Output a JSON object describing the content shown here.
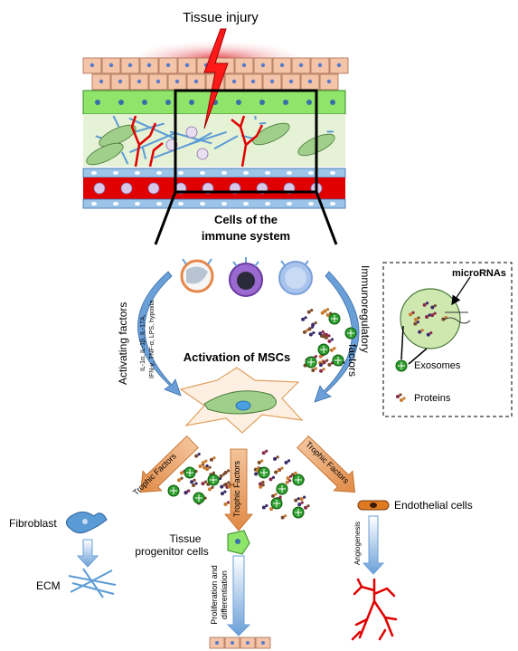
{
  "title": "Tissue injury",
  "immune": {
    "line1": "Cells of the",
    "line2": "immune system"
  },
  "activating": {
    "label": "Activating factors",
    "line1": "IL-1α, IL-1β, IL-17A,",
    "line2": "IFN-γ, TNF-α, LPS, hypoxia"
  },
  "immunoregulatory": {
    "line1": "Immunoregulatory",
    "line2": "factors"
  },
  "center": "Activation of MSCs",
  "legend": {
    "micrornas": "microRNAs",
    "exosomes": "Exosomes",
    "proteins": "Proteins"
  },
  "trophic": {
    "left": "Trophic Factors",
    "middle": "Trophic Factors",
    "right": "Trophic Factors"
  },
  "outputs": {
    "fibroblast": "Fibroblast",
    "ecm": "ECM",
    "tissue_line1": "Tissue",
    "tissue_line2": "progenitor cells",
    "prolif_line1": "Proliferation and",
    "prolif_line2": "differentiation",
    "endothelial": "Endothelial cells",
    "angiogenesis": "Angiogenesis"
  },
  "colors": {
    "skin": "#f4c4a8",
    "epithelium": "#8fe46a",
    "vessel": "#e00000",
    "fibers": "#5b9bd5",
    "msc_body": "#9fcf8a",
    "legend_circle": "#cfe8b0",
    "exosome": "#2e9e2e",
    "arrow": "#6a9fd8",
    "trophic_arrow": "#e8a56a"
  }
}
